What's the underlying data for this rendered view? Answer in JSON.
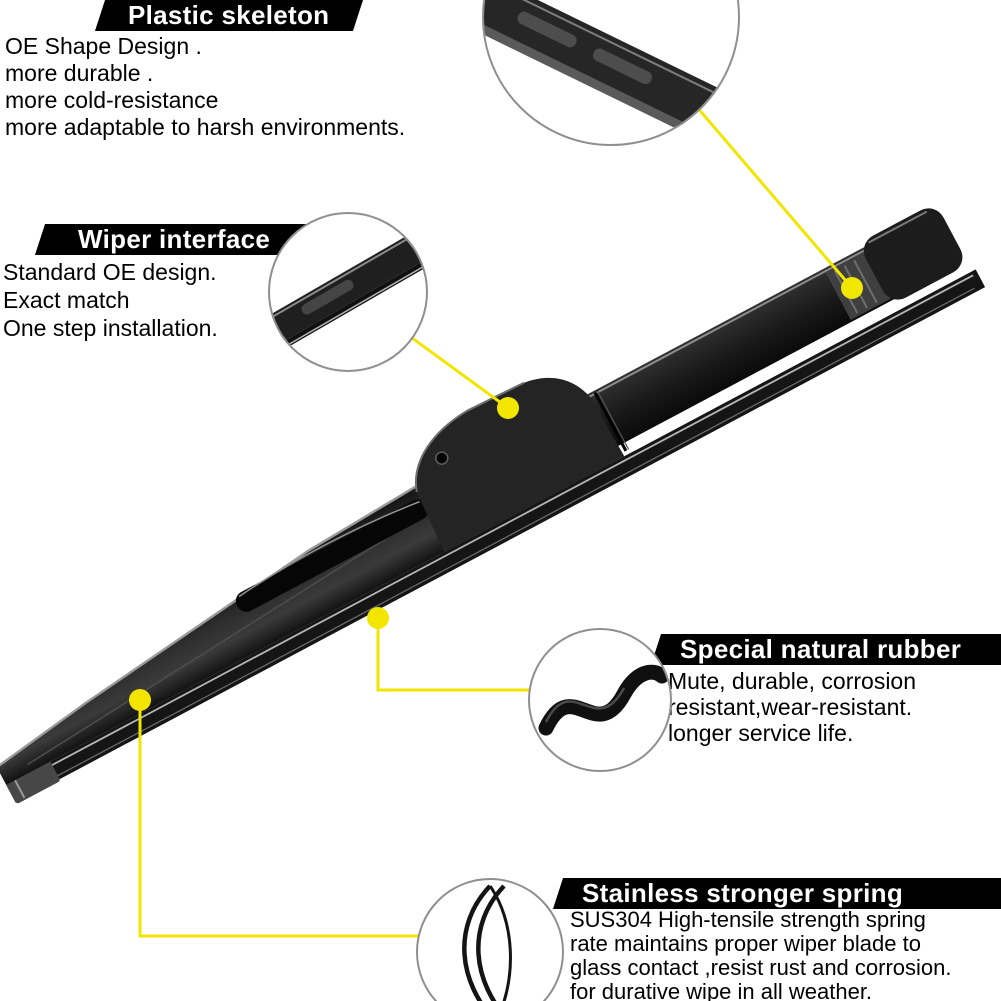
{
  "figure": {
    "subject": "Rear wiper blade feature callout product image"
  },
  "colors": {
    "background": "#ffffff",
    "accent_yellow": "#f2e600",
    "banner_bg": "#000000",
    "banner_text": "#ffffff",
    "body_text": "#000000",
    "product_black": "#1c1c1c"
  },
  "callouts": {
    "plastic_skeleton": {
      "title": "Plastic skeleton",
      "lines": [
        "OE Shape Design .",
        "more durable .",
        "more cold-resistance",
        "more adaptable to harsh environments."
      ]
    },
    "wiper_interface": {
      "title": "Wiper interface",
      "lines": [
        "Standard OE design.",
        "Exact match",
        "One step installation."
      ]
    },
    "special_natural_rubber": {
      "title": "Special natural rubber",
      "lines": [
        "Mute, durable, corrosion",
        "resistant,wear-resistant.",
        "longer service life."
      ]
    },
    "stainless_stronger_spring": {
      "title": "Stainless stronger spring",
      "lines": [
        "SUS304 High-tensile strength spring",
        "rate maintains proper wiper blade to",
        "glass contact ,resist rust and corrosion.",
        "for durative wipe in all weather."
      ]
    }
  }
}
